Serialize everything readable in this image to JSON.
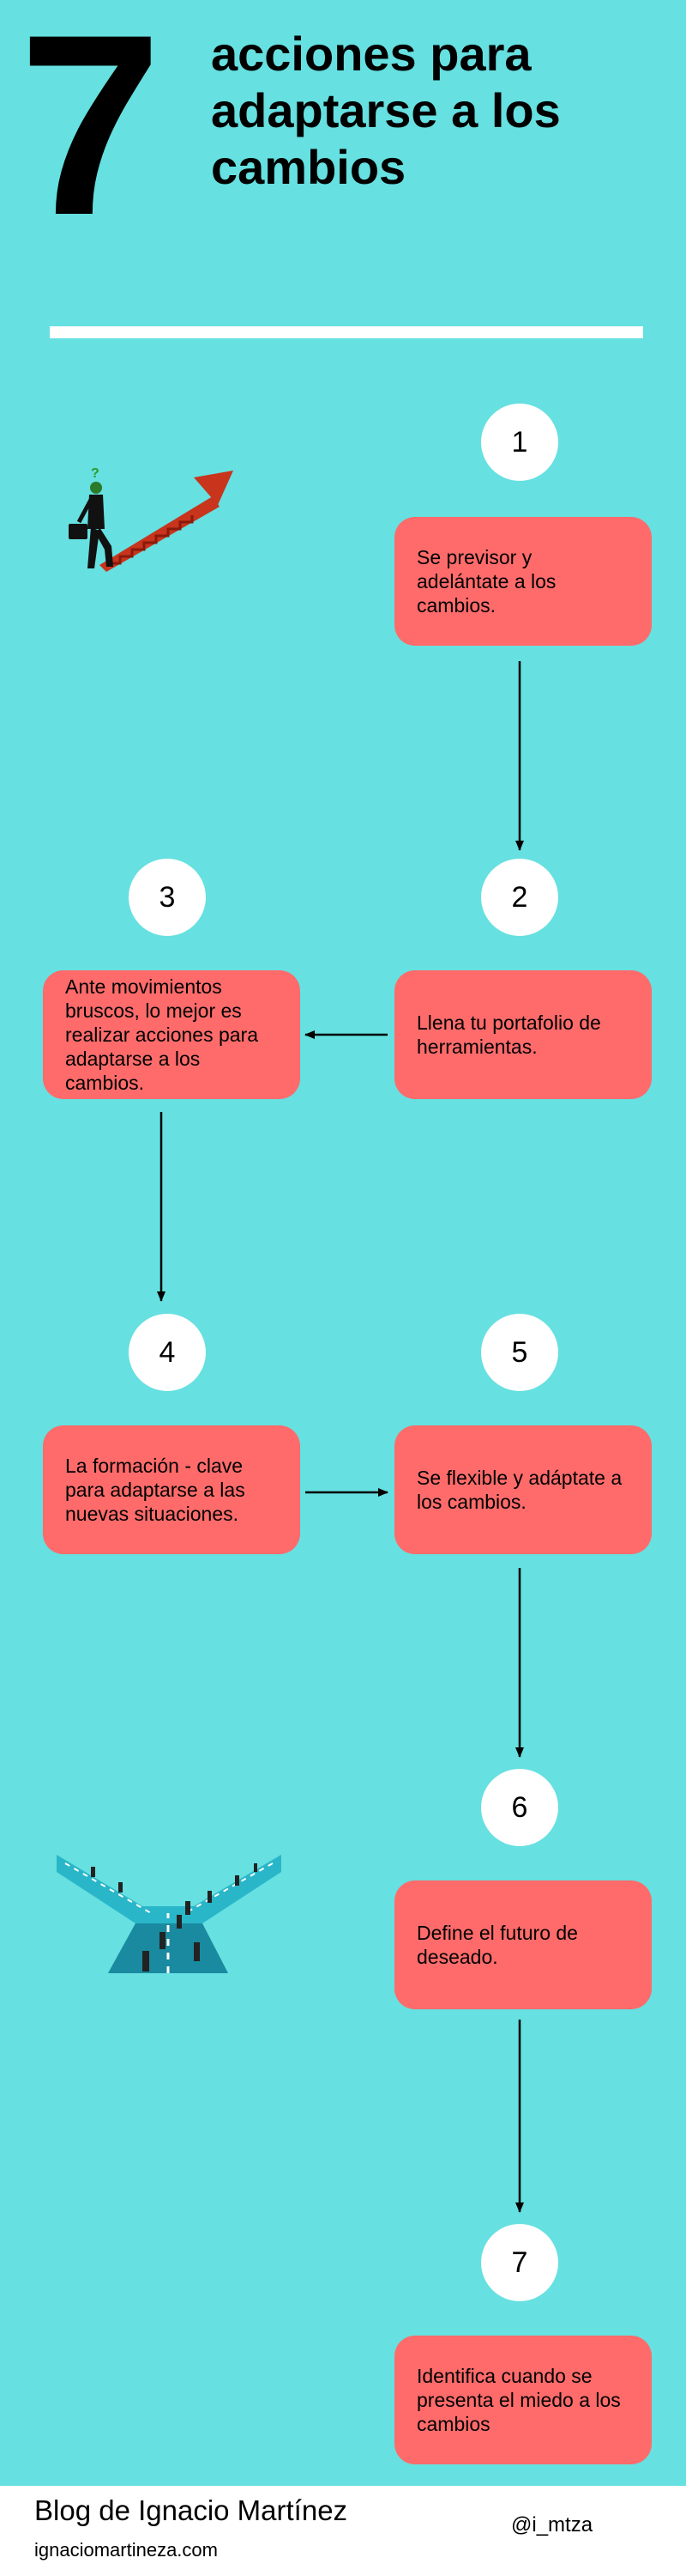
{
  "header": {
    "big_number": "7",
    "title_lines": [
      "acciones para",
      "adaptarse a los",
      "cambios"
    ]
  },
  "steps": [
    {
      "number": "1",
      "text": "Se previsor y adelántate a los cambios."
    },
    {
      "number": "2",
      "text": "Llena tu portafolio de herramientas."
    },
    {
      "number": "3",
      "text": "Ante movimientos bruscos, lo mejor es realizar acciones para adaptarse a los cambios."
    },
    {
      "number": "4",
      "text": "La formación - clave para adaptarse a las nuevas situaciones."
    },
    {
      "number": "5",
      "text": "Se flexible y adáptate a los cambios."
    },
    {
      "number": "6",
      "text": "Define el futuro de deseado."
    },
    {
      "number": "7",
      "text": "Identifica cuando se presenta el miedo a los cambios"
    }
  ],
  "illustrations": {
    "top": "businessman-climbing-stairs-icon",
    "bottom": "crossroads-people-icon"
  },
  "colors": {
    "background": "#66e0e0",
    "box": "#ff6b6b",
    "circle": "#ffffff",
    "arrow_head": "#c8341c"
  },
  "footer": {
    "blog_name": "Blog de Ignacio Martínez",
    "url": "ignaciomartineza.com",
    "handle": "@i_mtza"
  }
}
